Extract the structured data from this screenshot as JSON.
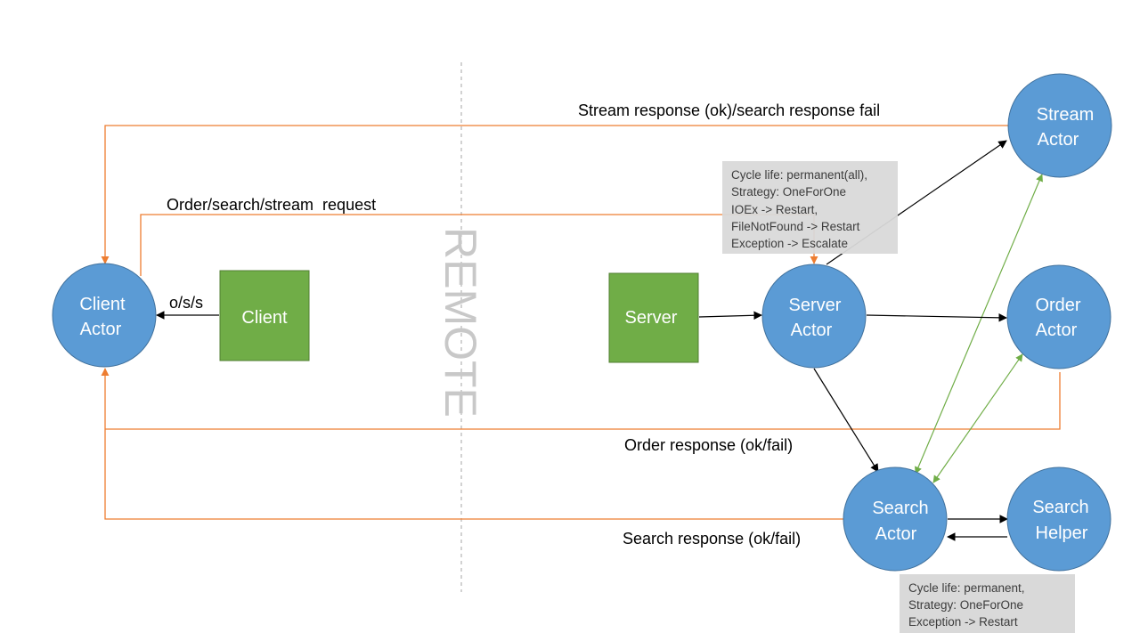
{
  "divider_text": "REMOTE",
  "nodes": {
    "client_actor": [
      "Client",
      "Actor"
    ],
    "server_actor": [
      "Server",
      "Actor"
    ],
    "stream_actor": [
      "Stream",
      "Actor"
    ],
    "order_actor": [
      "Order",
      "Actor"
    ],
    "search_actor": [
      "Search",
      "Actor"
    ],
    "search_helper": [
      "Search",
      "Helper"
    ]
  },
  "boxes": {
    "client": "Client",
    "server": "Server"
  },
  "edge_labels": {
    "oss": "o/s/s",
    "request": "Order/search/stream  request",
    "stream_response": "Stream response (ok)/search response fail",
    "order_response": "Order response (ok/fail)",
    "search_response": "Search response (ok/fail)"
  },
  "notes": {
    "server": [
      "Cycle life: permanent(all),",
      "Strategy: OneForOne",
      "IOEx -> Restart,",
      "FileNotFound  -> Restart",
      "Exception -> Escalate"
    ],
    "search": [
      "Cycle life: permanent,",
      "Strategy: OneForOne",
      "Exception -> Restart"
    ]
  },
  "colors": {
    "actor_fill": "#5b9bd5",
    "actor_stroke": "#41719c",
    "box_fill": "#70ad47",
    "box_stroke": "#507e32",
    "response_line": "#ed7d31",
    "supervision_line": "#70ad47",
    "message_line": "#000000",
    "note_fill": "#d9d9d9"
  }
}
